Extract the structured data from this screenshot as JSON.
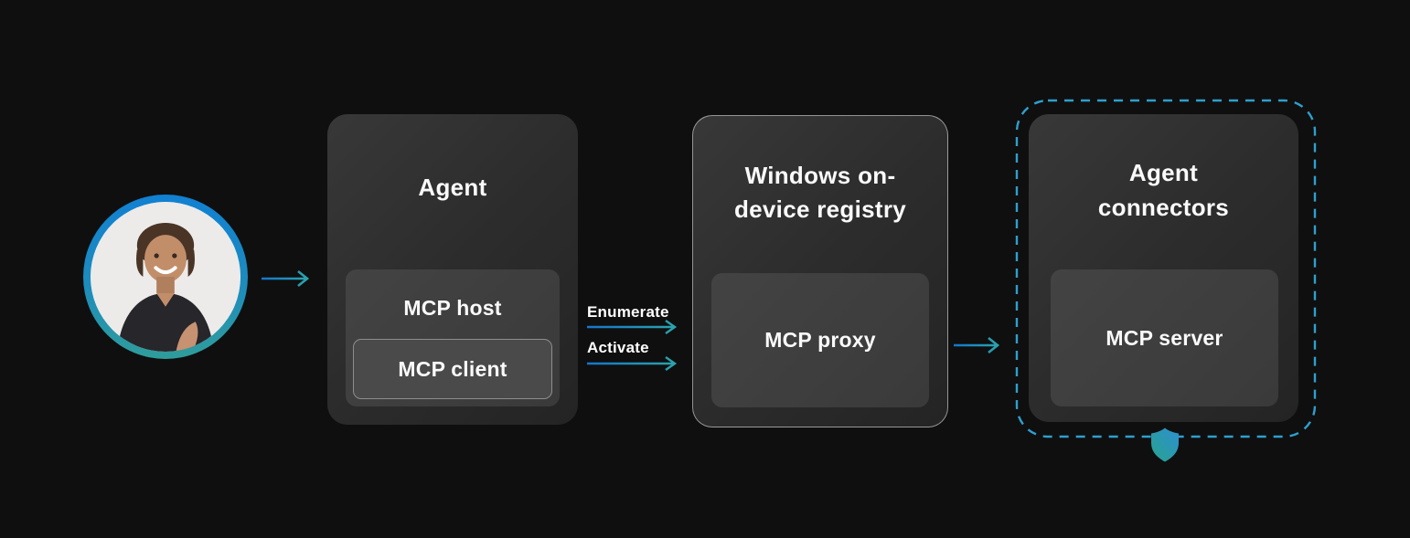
{
  "diagram": {
    "user": {
      "label": "User"
    },
    "agent": {
      "title": "Agent",
      "host_label": "MCP host",
      "client_label": "MCP client"
    },
    "registry": {
      "title_line1": "Windows on-",
      "title_line2": "device registry",
      "proxy_label": "MCP proxy"
    },
    "connectors": {
      "title_line1": "Agent",
      "title_line2": "connectors",
      "server_label": "MCP server"
    },
    "flows": {
      "enumerate_label": "Enumerate",
      "activate_label": "Activate"
    },
    "colors": {
      "background": "#0f0f0f",
      "node_fill": "#2e2e2e",
      "sub_box_fill": "#3f3f3f",
      "accent_blue": "#1180d2",
      "accent_teal": "#2f9d9b",
      "dashed_border": "#2f9fce",
      "text": "#fafafa"
    }
  }
}
